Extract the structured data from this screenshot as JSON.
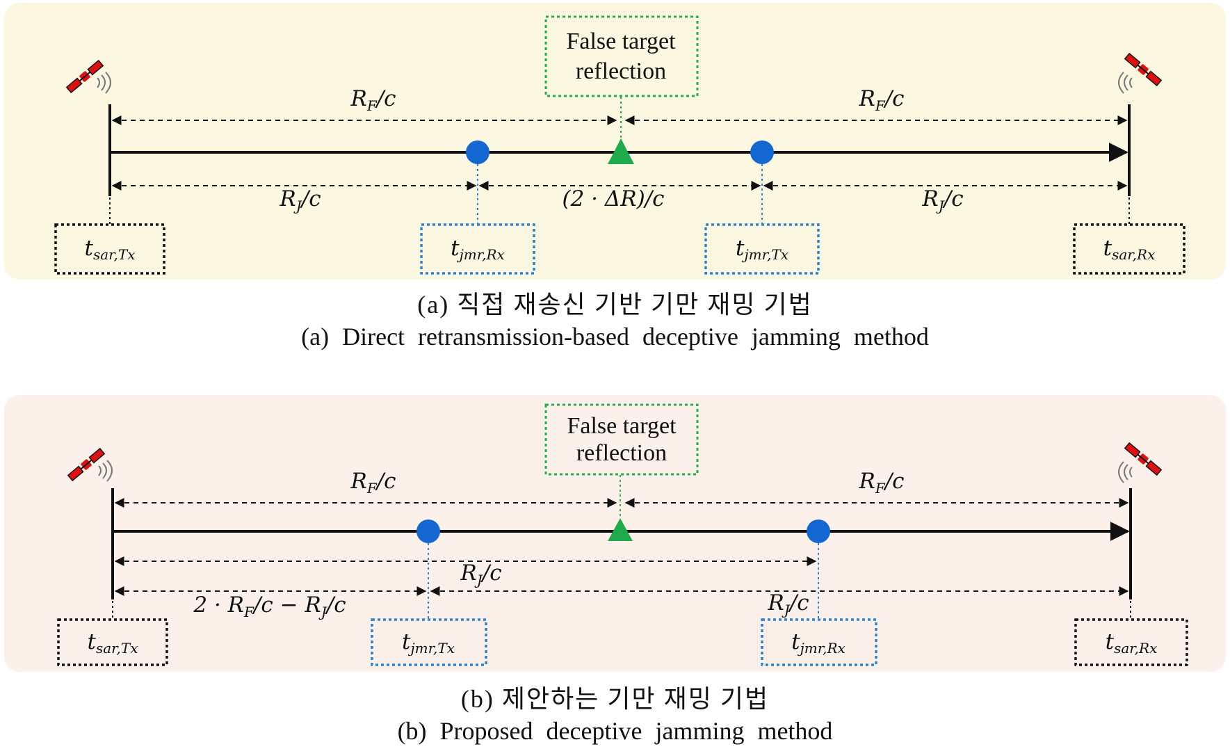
{
  "colors": {
    "panel_a_bg": "#fbf7e1",
    "panel_b_bg": "#fcf1ea",
    "jammer_dot": "#1466d2",
    "false_target": "#1faa4b",
    "satellite": "#dd1111",
    "time_box_sar": "#111111",
    "time_box_jmr": "#2a82d0",
    "ft_box": "#22b04a"
  },
  "icons": {
    "satellite_tx": "satellite-icon",
    "satellite_rx": "satellite-icon"
  },
  "panel_a": {
    "false_target": [
      "False target",
      "reflection"
    ],
    "rf_left": "R",
    "rf_left_sub": "F",
    "rf_left_tail": "/c",
    "rf_right": "R",
    "rf_right_sub": "F",
    "rf_right_tail": "/c",
    "rj_left": "R",
    "rj_left_sub": "J",
    "rj_left_tail": "/c",
    "delta": "(2 · ΔR)/c",
    "rj_right": "R",
    "rj_right_sub": "J",
    "rj_right_tail": "/c",
    "box1_t": "t",
    "box1_sub": "sar,Tx",
    "box2_t": "t",
    "box2_sub": "jmr,Rx",
    "box3_t": "t",
    "box3_sub": "jmr,Tx",
    "box4_t": "t",
    "box4_sub": "sar,Rx",
    "caption_ko": "(a) 직접 재송신 기반 기만 재밍 기법",
    "caption_en": "(a) Direct retransmission-based deceptive jamming method"
  },
  "panel_b": {
    "false_target": [
      "False target",
      "reflection"
    ],
    "rf_left": "R",
    "rf_left_sub": "F",
    "rf_left_tail": "/c",
    "rf_right": "R",
    "rf_right_sub": "F",
    "rf_right_tail": "/c",
    "rj_mid": "R",
    "rj_mid_sub": "J",
    "rj_mid_tail": "/c",
    "combo_a": "2 · R",
    "combo_a_sub": "F",
    "combo_b": "/c − R",
    "combo_b_sub": "J",
    "combo_c": "/c",
    "rj_right": "R",
    "rj_right_sub": "J",
    "rj_right_tail": "/c",
    "box1_t": "t",
    "box1_sub": "sar,Tx",
    "box2_t": "t",
    "box2_sub": "jmr,Tx",
    "box3_t": "t",
    "box3_sub": "jmr,Rx",
    "box4_t": "t",
    "box4_sub": "sar,Rx",
    "caption_ko": "(b) 제안하는 기만 재밍 기법",
    "caption_en": "(b) Proposed deceptive jamming method"
  }
}
